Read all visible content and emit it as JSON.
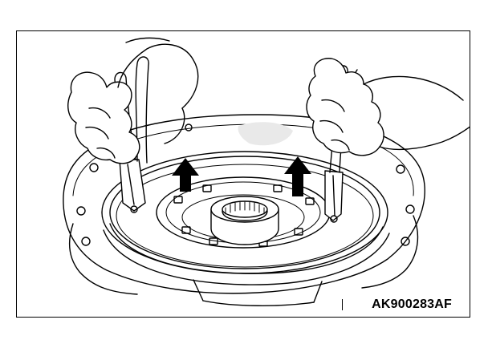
{
  "figure": {
    "reference_code": "AK900283AF",
    "colors": {
      "ink": "#000000",
      "paper": "#ffffff",
      "shade": "#e9e9e9"
    },
    "arrows": {
      "count": 2,
      "direction": "up"
    },
    "tools": {
      "count": 2,
      "name": "pry-tool"
    }
  }
}
